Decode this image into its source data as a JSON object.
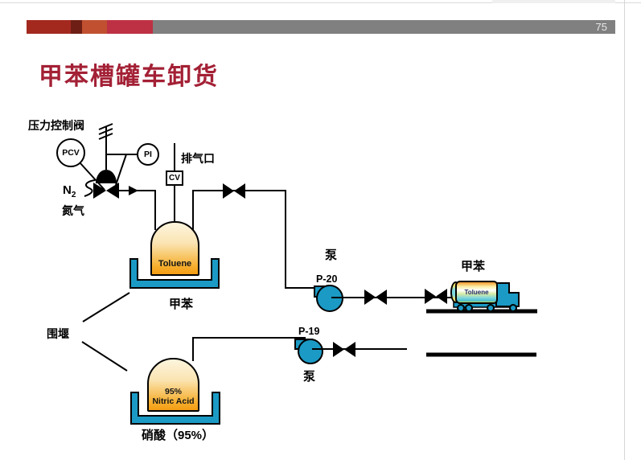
{
  "page": {
    "number": "75"
  },
  "header": {
    "bar_segment_colors": [
      "#A3291F",
      "#6E1E14",
      "#C05030",
      "#BE3144"
    ],
    "bar_main_color": "#808080"
  },
  "title": {
    "text": "甲苯槽罐车卸货",
    "color": "#A32035"
  },
  "labels": {
    "pressure_control_valve": "压力控制阀",
    "pcv": "PCV",
    "pi": "PI",
    "cv": "CV",
    "vent": "排气口",
    "n2_main": "N",
    "n2_sub": "2",
    "nitrogen": "氮气",
    "toluene_tank": "Toluene",
    "toluene_caption": "甲苯",
    "dike": "围堰",
    "pump_top": "泵",
    "pump20_id": "P-20",
    "pump19_id": "P-19",
    "pump_bottom": "泵",
    "truck_caption": "甲苯",
    "truck_tank": "Toluene",
    "nitric_line1": "95%",
    "nitric_line2": "Nitric Acid",
    "nitric_caption": "硝酸（95%）"
  },
  "colors": {
    "equipment_teal": "#1B9AC5",
    "pipe_black": "#000000",
    "tank_top": "#FDF5DE",
    "tank_bottom": "#F49D13",
    "title_red": "#A32035"
  }
}
